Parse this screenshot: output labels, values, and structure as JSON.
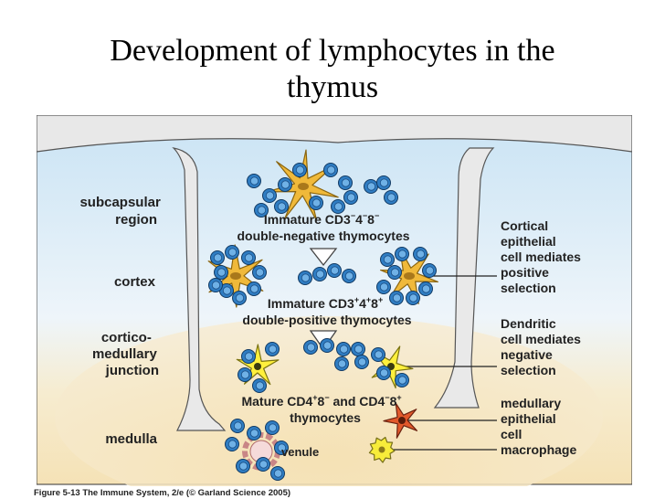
{
  "title": [
    "Development of lymphocytes in the",
    "thymus"
  ],
  "regions": {
    "subcapsular": [
      "subcapsular",
      "region"
    ],
    "cortex": [
      "cortex"
    ],
    "corticomedullary": [
      "cortico-",
      "medullary",
      "junction"
    ],
    "medulla": [
      "medulla"
    ]
  },
  "stages": {
    "double_negative": {
      "prefix": "Immature CD3",
      "sup1": "−",
      "mid1": "4",
      "sup2": "−",
      "mid2": "8",
      "sup3": "−",
      "line2": "double-negative thymocytes"
    },
    "double_positive": {
      "prefix": "Immature CD3",
      "sup1": "+",
      "mid1": "4",
      "sup2": "+",
      "mid2": "8",
      "sup3": "+",
      "line2": "double-positive thymocytes"
    },
    "mature": {
      "a": "Mature CD4",
      "sa": "+",
      "b": "8",
      "sb": "−",
      "c": " and CD4",
      "sc": "−",
      "d": "8",
      "sd": "+",
      "line2": "thymocytes"
    }
  },
  "annotations": {
    "cortical_epithelial": [
      "Cortical",
      "epithelial",
      "cell mediates",
      "positive",
      "selection"
    ],
    "dendritic": [
      "Dendritic",
      "cell mediates",
      "negative",
      "selection"
    ],
    "medullary_epithelial": [
      "medullary",
      "epithelial",
      "cell"
    ],
    "macrophage": [
      "macrophage"
    ],
    "venule": "venule"
  },
  "caption": "Figure 5-13  The Immune System, 2/e (© Garland Science 2005)",
  "colors": {
    "cortex_top": "#cfe6f5",
    "cortex_bottom": "#ecf4f9",
    "medulla": "#f6e7c2",
    "capsule": "#e9e9e9",
    "thymocyte": "#2f7dc3",
    "epithelial": "#f0b93a",
    "dendritic": "#fff03c",
    "medullary_epithelial": "#e2592b",
    "macrophage": "#f7ec3a",
    "venule": "#d79a9a"
  }
}
